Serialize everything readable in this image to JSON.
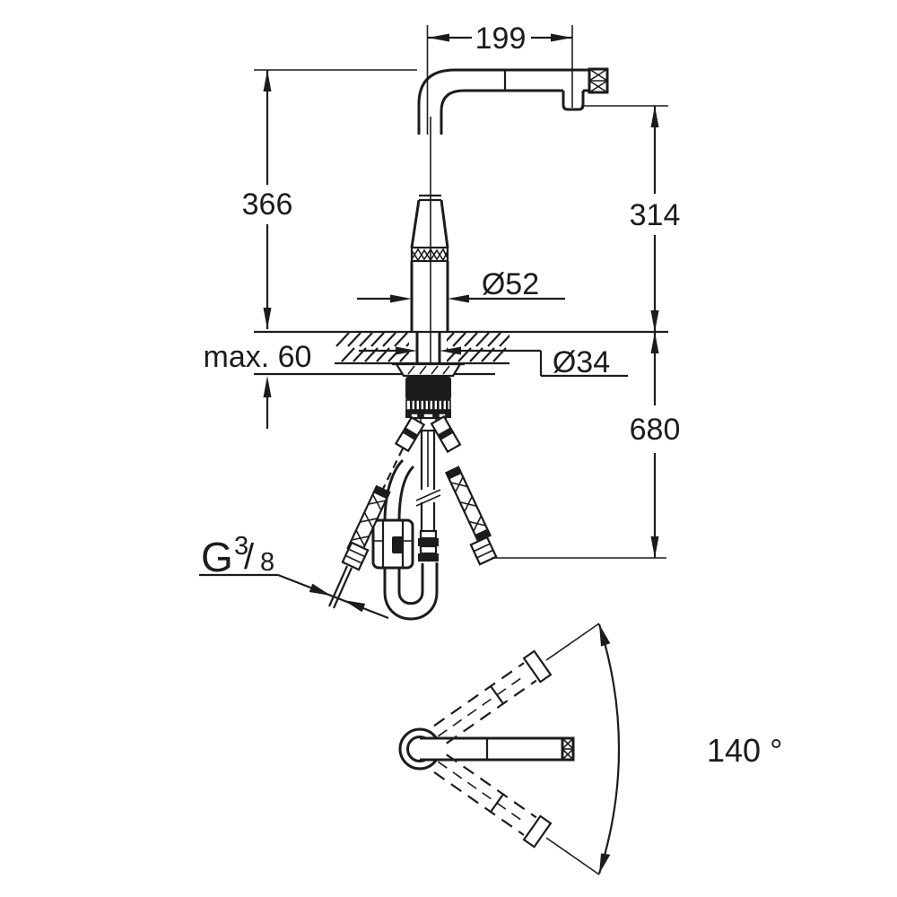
{
  "drawing": {
    "dimensions": {
      "spout_projection": "199",
      "spout_height": "366",
      "outlet_height": "314",
      "body_diameter": "Ø52",
      "deck_thickness": "max. 60",
      "hole_diameter": "Ø34",
      "hose_drop": "680",
      "swivel_range": "140 °",
      "supply_thread": {
        "letter": "G",
        "numerator": "3",
        "slash": "/",
        "denominator": "8"
      }
    },
    "colors": {
      "line": "#1c1c1c",
      "background": "#ffffff"
    }
  }
}
